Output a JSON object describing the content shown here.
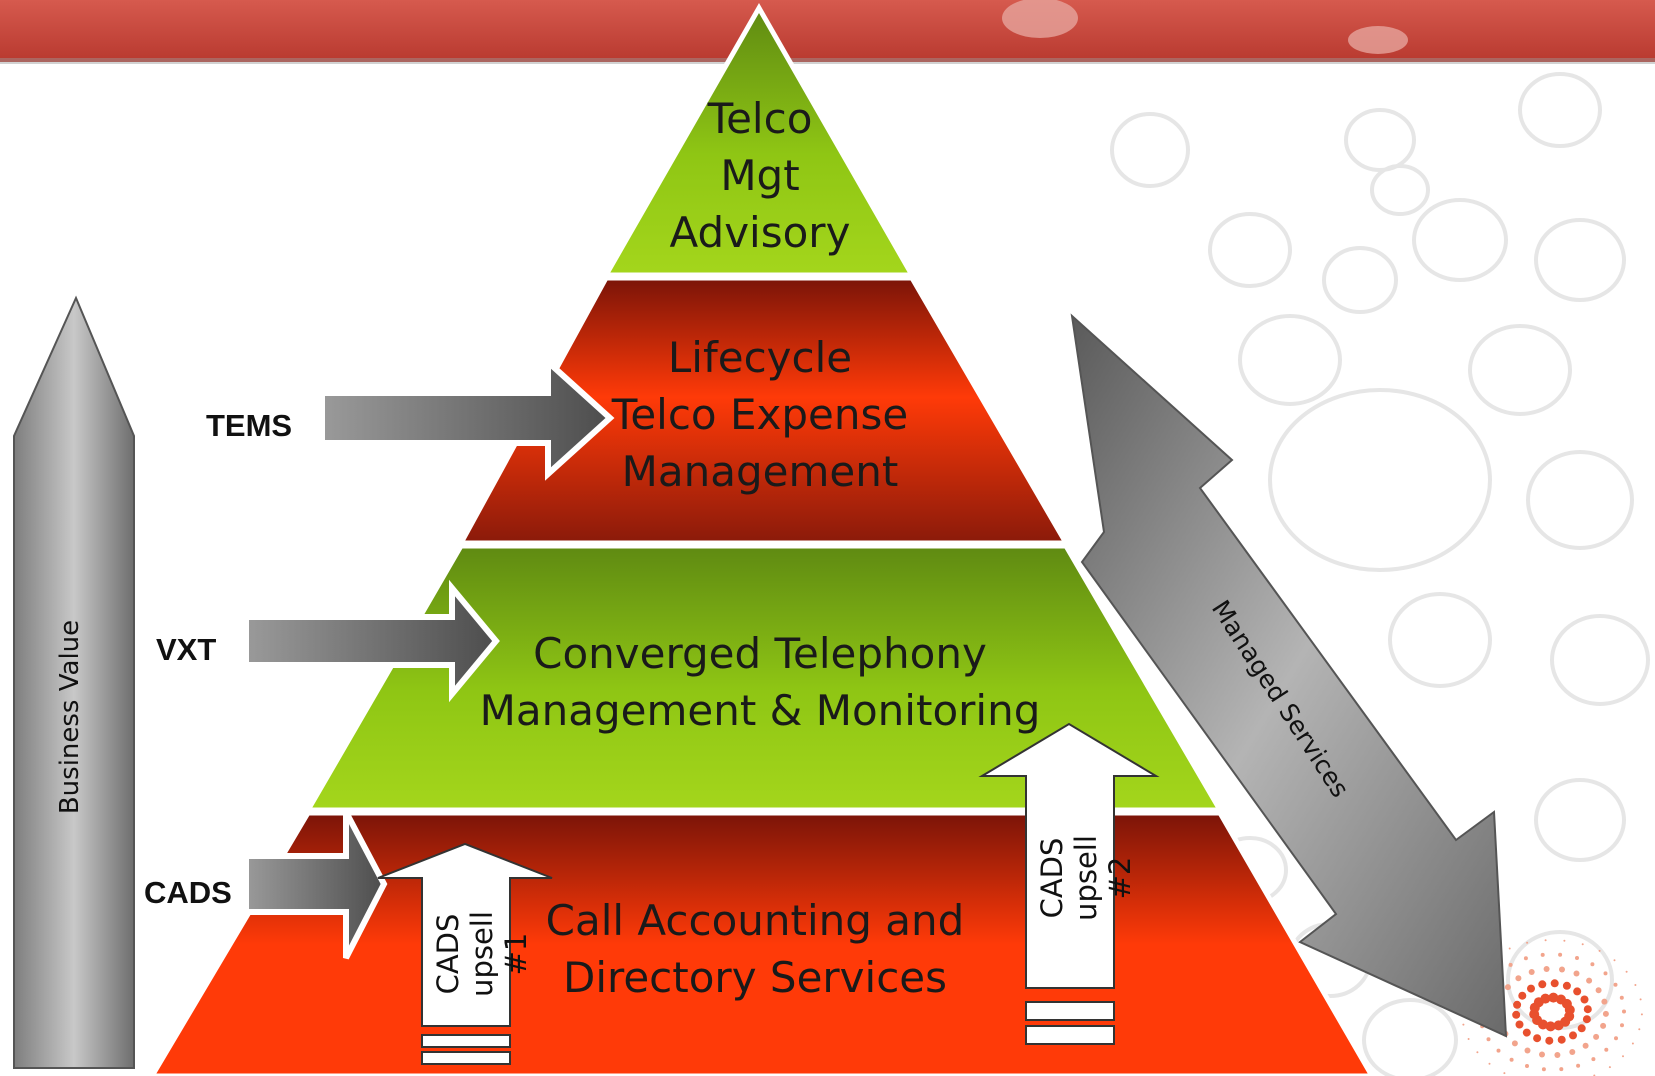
{
  "pyramid": {
    "tiers": [
      {
        "id": "advisory",
        "text": "Telco\nMgt\nAdvisory"
      },
      {
        "id": "tem",
        "text": "Lifecycle\nTelco Expense\nManagement"
      },
      {
        "id": "ctm",
        "text": "Converged Telephony\nManagement & Monitoring"
      },
      {
        "id": "cads",
        "text": "Call Accounting and\nDirectory Services"
      }
    ]
  },
  "side_labels": {
    "tems": "TEMS",
    "vxt": "VXT",
    "cads": "CADS"
  },
  "business_value": "Business Value",
  "managed_services": "Managed Services",
  "upsells": {
    "one": "CADS\nupsell #1",
    "two": "CADS\nupsell #2"
  },
  "colors": {
    "banner": "#c8483e",
    "green_tier": "#8cc400",
    "red_tier": "#e83a10",
    "grey_arrow": "#8c8c8c"
  }
}
